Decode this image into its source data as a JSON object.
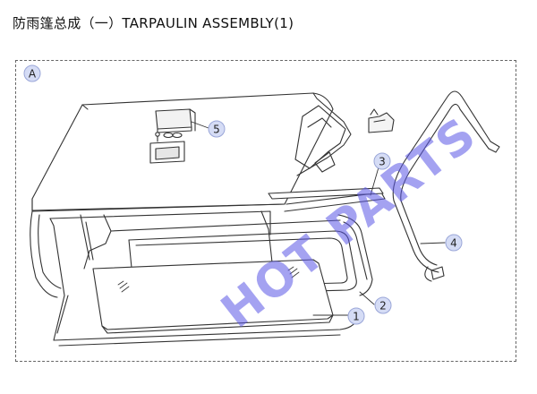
{
  "title": "防雨篷总成（一）TARPAULIN ASSEMBLY(1)",
  "section_label": "A",
  "watermark": "HOT PARTS",
  "callouts": [
    {
      "id": "1",
      "label": "1"
    },
    {
      "id": "2",
      "label": "2"
    },
    {
      "id": "3",
      "label": "3"
    },
    {
      "id": "4",
      "label": "4"
    },
    {
      "id": "5",
      "label": "5"
    }
  ],
  "colors": {
    "line": "#333333",
    "callout_fill": "#d5dcf5",
    "callout_stroke": "#9aa6d8",
    "watermark": "#5a56e6"
  }
}
